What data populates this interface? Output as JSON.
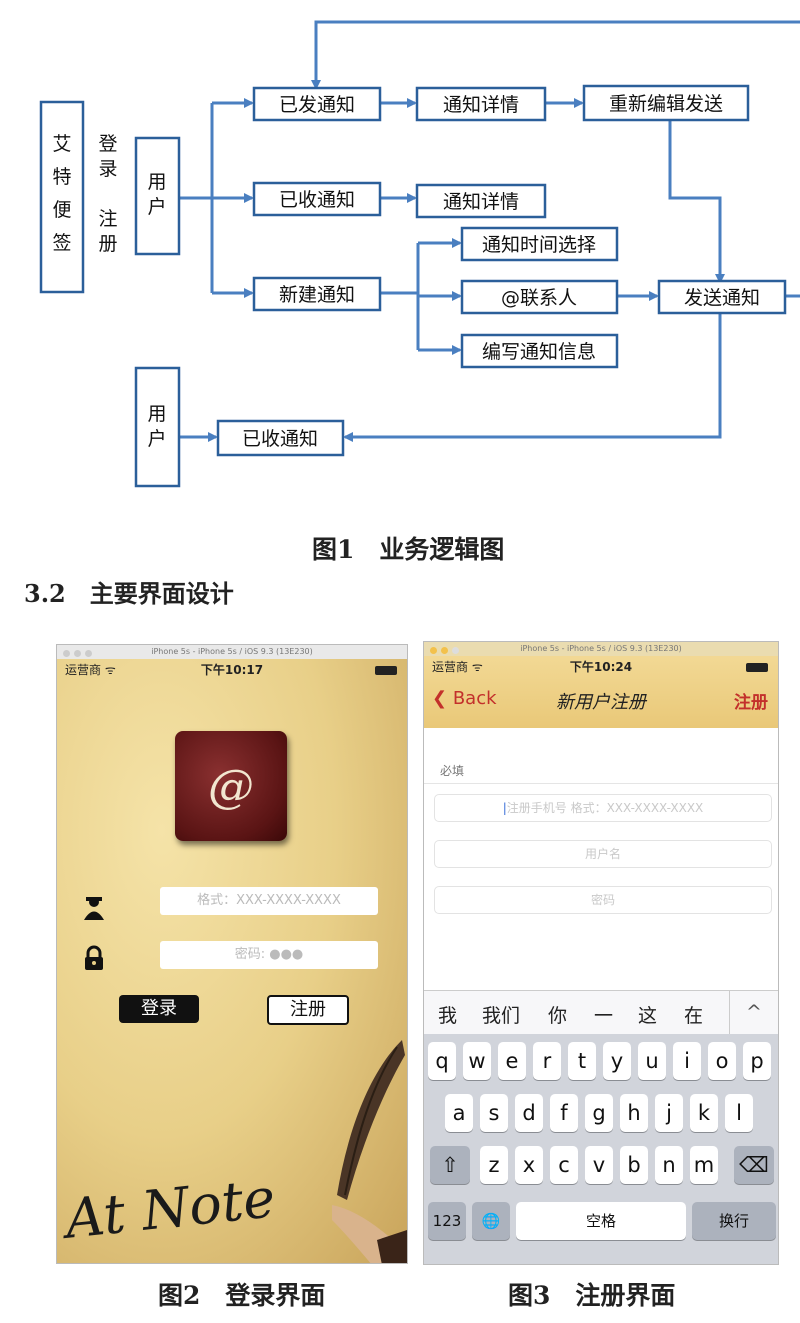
{
  "figure1": {
    "nodes": {
      "app": "艾特便签",
      "login_label": "登录",
      "register_label": "注册",
      "user": "用户",
      "sent": "已发通知",
      "sent_detail": "通知详情",
      "reedit_send": "重新编辑发送",
      "received": "已收通知",
      "received_detail": "通知详情",
      "new_notice": "新建通知",
      "time_select": "通知时间选择",
      "at_contact": "@联系人",
      "compose_info": "编写通知信息",
      "send_notice": "发送通知",
      "user2": "用户",
      "received2": "已收通知"
    },
    "caption": "图1　业务逻辑图"
  },
  "section_title": "3.2　主要界面设计",
  "login_screen": {
    "sim_title": "iPhone 5s - iPhone 5s / iOS 9.3 (13E230)",
    "carrier": "运营商 ᯤ",
    "time": "下午10:17",
    "phone_placeholder": "格式：XXX-XXXX-XXXX",
    "password_placeholder": "密码: ●●●",
    "login_button": "登录",
    "register_button": "注册",
    "logo_symbol": "@",
    "signature": "At Note",
    "caption": "图2　登录界面"
  },
  "register_screen": {
    "sim_title": "iPhone 5s - iPhone 5s / iOS 9.3 (13E230)",
    "carrier": "运营商 ᯤ",
    "time": "下午10:24",
    "back": "Back",
    "title": "新用户注册",
    "right_action": "注册",
    "required_label": "必填",
    "phone_placeholder": "注册手机号 格式：XXX-XXXX-XXXX",
    "username_placeholder": "用户名",
    "password_placeholder": "密码",
    "suggestions": [
      "我",
      "我们",
      "你",
      "一",
      "这",
      "在",
      "^"
    ],
    "keyboard": {
      "row1": [
        "q",
        "w",
        "e",
        "r",
        "t",
        "y",
        "u",
        "i",
        "o",
        "p"
      ],
      "row2": [
        "a",
        "s",
        "d",
        "f",
        "g",
        "h",
        "j",
        "k",
        "l"
      ],
      "row3": [
        "z",
        "x",
        "c",
        "v",
        "b",
        "n",
        "m"
      ],
      "shift": "⇧",
      "delete": "⌫",
      "num": "123",
      "globe": "🌐",
      "space": "空格",
      "return": "换行"
    },
    "caption": "图3　注册界面"
  }
}
